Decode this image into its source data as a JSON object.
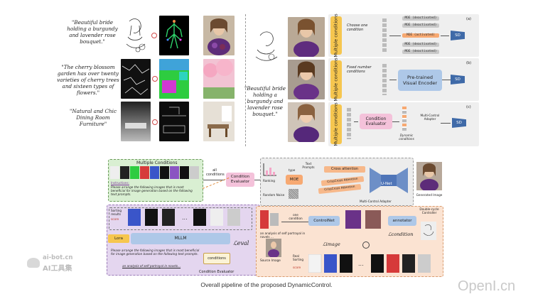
{
  "top": {
    "quotes": [
      "\"Beautiful bride holding a burgundy and lavender rose bouquet.\"",
      "\"The cherry blossom garden has over twenty varieties of cherry trees and sixteen types of flowers.\"",
      "\"Natural and Chic Dining Room Furniture\""
    ],
    "mid_quote": "\"Beautiful bride holding a burgundy and lavender rose bouquet.\"",
    "panels": {
      "a": {
        "tag": "(a)",
        "vlabel": "Multiple conditions",
        "text": "Choose one condition",
        "moe": [
          "MOE (deactivated)",
          "MOE (deactivated)",
          "MOE (activated)",
          "MOE (deactivated)",
          "MOE (deactivated)"
        ],
        "sd": "SD"
      },
      "b": {
        "tag": "(b)",
        "vlabel": "Multiple conditions",
        "text": "Fixed number conditions",
        "encoder": "Pre-trained Visual Encoder",
        "sd": "SD"
      },
      "c": {
        "tag": "(c)",
        "vlabel": "Multiple conditions",
        "evaluator": "Condition Evaluator",
        "adapter": "Multi-Control Adapter",
        "dynamic": "Dynamic conditions",
        "sd": "SD"
      }
    }
  },
  "bottom": {
    "multiple_conditions": "Multiple Conditions",
    "instructions_label": "Instructions:",
    "instructions_text": "Please arrange the following images that is most beneficial for image generation based on the following text prompts.",
    "all_conditions": "all conditions",
    "condition_evaluator": "Condition Evaluator",
    "text_prompts": "Text Prompts",
    "type": "type",
    "ranking": "Ranking",
    "random_noise": "Random Noise",
    "moe": "MOE",
    "cross_attention": "Cross attention",
    "crisscross_1": "CrissCross Attention",
    "crisscross_2": "CrissCross Attention",
    "unet": "U-Net",
    "generated_image": "Generated Image",
    "multi_control_adapter": "Multi-Control Adapter",
    "sorting_results": "Sorting results",
    "score": "score",
    "lora": "Lora",
    "mllm": "MLLM",
    "prompt_text": "Please arrange the following images that is most beneficial for image generation based on the following text prompts.",
    "prompt_link": "an analysis of self portrayal in novels...",
    "conditions": "conditions",
    "l_eval": "ℒeval",
    "panel_caption": "Condition Evaluator",
    "one_condition": "one condition",
    "controlnet": "ControlNet",
    "annotator": "annotator",
    "double_cycle": "Double-cycle Controller",
    "l_condition": "ℒcondition",
    "l_image": "ℒimage",
    "analysis_text": "an analysis of self portrayal in novels ...",
    "source_image": "Source Image",
    "real_sorting": "Real Sorting",
    "real_score": "score"
  },
  "caption": "Overall pipeline of the proposed DynamicControl.",
  "watermark_left_top": "ai-bot.cn",
  "watermark_left_bottom": "AI工具集",
  "watermark_right": "OpenI.cn",
  "colors": {
    "yellow": "#f6c64f",
    "purple_panel": "#e4d6ef",
    "peach_panel": "#fbe3d2",
    "green_panel": "#d9efd2",
    "blue_box": "#aec8e8",
    "pink_box": "#f4c2da",
    "sd_blue": "#3f6aa8"
  }
}
